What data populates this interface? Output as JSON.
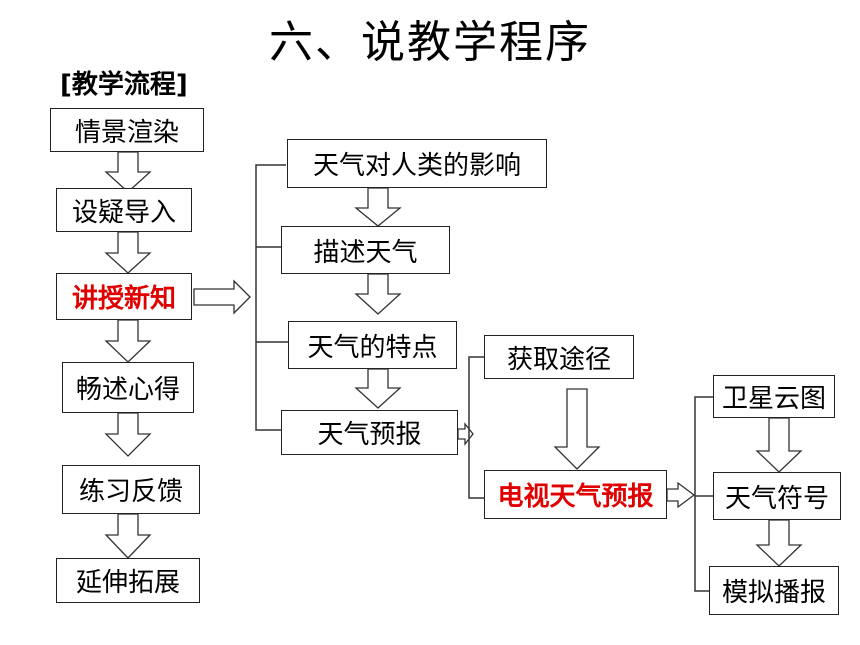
{
  "title": "六、说教学程序",
  "section_label": "[教学流程]",
  "flow_main": [
    "情景渲染",
    "设疑导入",
    "讲授新知",
    "畅述心得",
    "练习反馈",
    "延伸拓展"
  ],
  "flow_sub": [
    "天气对人类的影响",
    "描述天气",
    "天气的特点",
    "天气预报"
  ],
  "flow_forecast": [
    "获取途径",
    "电视天气预报"
  ],
  "flow_tv": [
    "卫星云图",
    "天气符号",
    "模拟播报"
  ],
  "colors": {
    "highlight": "#e00000",
    "border": "#222222"
  }
}
